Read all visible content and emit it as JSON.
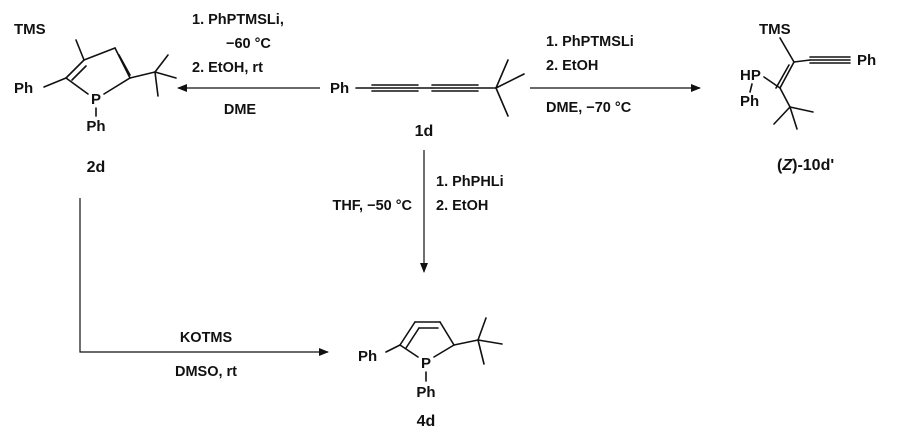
{
  "compounds": {
    "c1d": {
      "id": "1d",
      "ph": "Ph"
    },
    "c2d": {
      "id": "2d",
      "tms": "TMS",
      "ph_c": "Ph",
      "p": "P",
      "ph_p": "Ph"
    },
    "c10d": {
      "id_pre": "(",
      "id_z": "Z",
      "id_post": ")-10d'",
      "tms": "TMS",
      "hp": "HP",
      "ph_p": "Ph",
      "ph_alkyne": "Ph"
    },
    "c4d": {
      "id": "4d",
      "ph_c": "Ph",
      "p": "P",
      "ph_p": "Ph"
    }
  },
  "reactions": {
    "to_2d": {
      "step1a": "1. PhPTMSLi,",
      "step1b": "−60 °C",
      "step2": "2. EtOH, rt",
      "solvent": "DME"
    },
    "to_10d": {
      "step1": "1. PhPTMSLi",
      "step2": "2. EtOH",
      "solvent": "DME, −70 °C"
    },
    "to_4d_from_1d": {
      "step1": "1. PhPHLi",
      "step2": "2. EtOH",
      "solvent": "THF, −50 °C"
    },
    "to_4d_from_2d": {
      "reagent": "KOTMS",
      "solvent": "DMSO, rt"
    }
  }
}
